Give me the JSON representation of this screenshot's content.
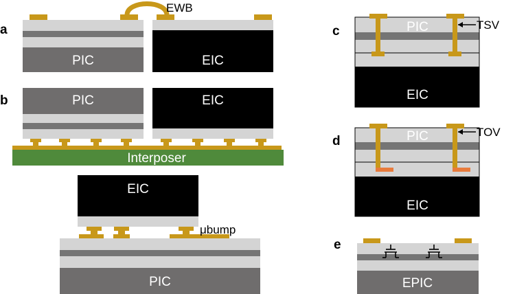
{
  "panels": {
    "a": {
      "label": "a",
      "pic": "PIC",
      "eic": "EIC",
      "callout": "EWB"
    },
    "b": {
      "label": "b",
      "pic": "PIC",
      "eic": "EIC",
      "substrate": "Interposer"
    },
    "b2": {
      "eic": "EIC",
      "pic": "PIC",
      "callout": "μbump"
    },
    "c": {
      "label": "c",
      "pic": "PIC",
      "eic": "EIC",
      "callout": "TSV"
    },
    "d": {
      "label": "d",
      "pic": "PIC",
      "eic": "EIC",
      "callout": "TOV"
    },
    "e": {
      "label": "e",
      "chip": "EPIC"
    }
  },
  "colors": {
    "light_gray": "#d4d4d4",
    "mid_gray": "#757575",
    "dark_gray": "#6f6d6d",
    "black": "#000000",
    "gold": "#c8981a",
    "orange": "#e87b3c",
    "green": "#4f8a3b"
  }
}
